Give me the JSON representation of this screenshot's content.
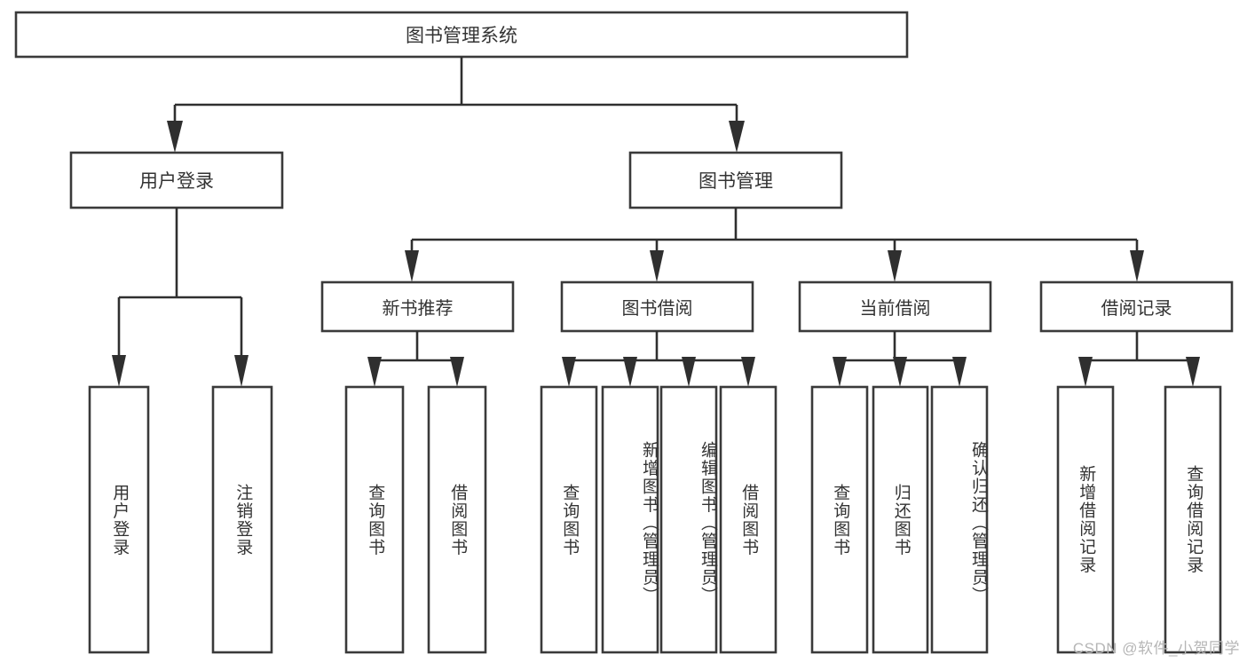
{
  "diagram": {
    "title": "图书管理系统",
    "type": "tree-hierarchy",
    "watermark": "CSDN @软件_小贺同学",
    "colors": {
      "background": "#ffffff",
      "box_border": "#3a3a3a",
      "connector": "#2f2f2f",
      "text": "#333333",
      "watermark": "#b6b6b6"
    },
    "root": {
      "label": "图书管理系统",
      "orientation": "horizontal"
    },
    "level1": [
      {
        "id": "user-login",
        "label": "用户登录",
        "orientation": "horizontal"
      },
      {
        "id": "book-manage",
        "label": "图书管理",
        "orientation": "horizontal"
      }
    ],
    "level2": [
      {
        "id": "new-book-recommend",
        "label": "新书推荐",
        "orientation": "horizontal",
        "parent": "book-manage"
      },
      {
        "id": "book-borrow",
        "label": "图书借阅",
        "orientation": "horizontal",
        "parent": "book-manage"
      },
      {
        "id": "current-borrow",
        "label": "当前借阅",
        "orientation": "horizontal",
        "parent": "book-manage"
      },
      {
        "id": "borrow-record",
        "label": "借阅记录",
        "orientation": "horizontal",
        "parent": "book-manage"
      }
    ],
    "leaves": [
      {
        "id": "leaf-user-login",
        "label": "用户登录",
        "parent": "user-login",
        "orientation": "vertical"
      },
      {
        "id": "leaf-user-logout",
        "label": "注销登录",
        "parent": "user-login",
        "orientation": "vertical"
      },
      {
        "id": "leaf-query-book-1",
        "label": "查询图书",
        "parent": "new-book-recommend",
        "orientation": "vertical"
      },
      {
        "id": "leaf-borrow-book-1",
        "label": "借阅图书",
        "parent": "new-book-recommend",
        "orientation": "vertical"
      },
      {
        "id": "leaf-query-book-2",
        "label": "查询图书",
        "parent": "book-borrow",
        "orientation": "vertical"
      },
      {
        "id": "leaf-add-book",
        "label": "新增图书（管理员）",
        "parent": "book-borrow",
        "orientation": "vertical"
      },
      {
        "id": "leaf-edit-book",
        "label": "编辑图书（管理员）",
        "parent": "book-borrow",
        "orientation": "vertical"
      },
      {
        "id": "leaf-borrow-book-2",
        "label": "借阅图书",
        "parent": "book-borrow",
        "orientation": "vertical"
      },
      {
        "id": "leaf-query-book-3",
        "label": "查询图书",
        "parent": "current-borrow",
        "orientation": "vertical"
      },
      {
        "id": "leaf-return-book",
        "label": "归还图书",
        "parent": "current-borrow",
        "orientation": "vertical"
      },
      {
        "id": "leaf-confirm-return",
        "label": "确认归还（管理员）",
        "parent": "current-borrow",
        "orientation": "vertical"
      },
      {
        "id": "leaf-add-record",
        "label": "新增借阅记录",
        "parent": "borrow-record",
        "orientation": "vertical"
      },
      {
        "id": "leaf-query-record",
        "label": "查询借阅记录",
        "parent": "borrow-record",
        "orientation": "vertical"
      }
    ]
  }
}
